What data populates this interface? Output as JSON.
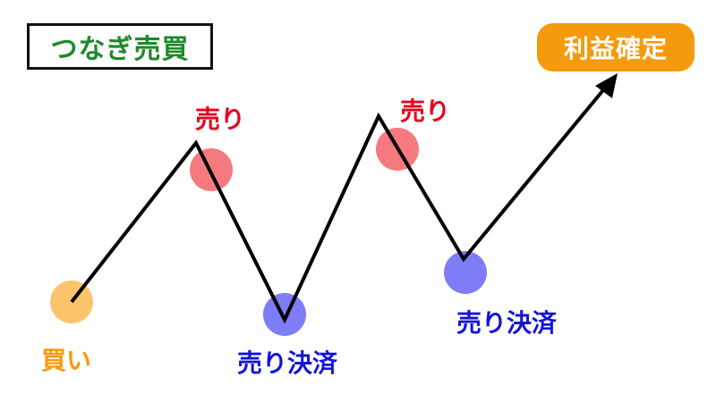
{
  "title": "つなぎ売買",
  "profit_label": "利益確定",
  "labels": {
    "buy": "買い",
    "sell_1": "売り",
    "sell_2": "売り",
    "settle_1": "売り決済",
    "settle_2": "売り決済"
  },
  "colors": {
    "title_text": "#1e8a2a",
    "profit_bg": "#f59a0c",
    "buy": "#f59a0c",
    "sell": "#e8001c",
    "settle": "#1414d8",
    "buy_marker": "#fbc46c",
    "sell_marker": "#f47a7f",
    "settle_marker": "#7e7cf6",
    "line": "#000000"
  }
}
